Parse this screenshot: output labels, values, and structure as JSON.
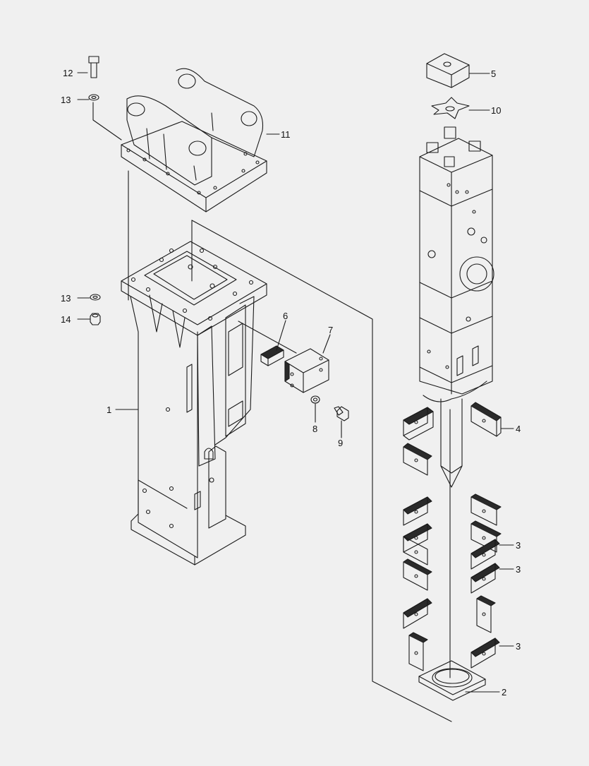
{
  "callouts": [
    {
      "id": "c12",
      "label": "12"
    },
    {
      "id": "c13a",
      "label": "13"
    },
    {
      "id": "c11",
      "label": "11"
    },
    {
      "id": "c13b",
      "label": "13"
    },
    {
      "id": "c14",
      "label": "14"
    },
    {
      "id": "c6",
      "label": "6"
    },
    {
      "id": "c7",
      "label": "7"
    },
    {
      "id": "c1",
      "label": "1"
    },
    {
      "id": "c8",
      "label": "8"
    },
    {
      "id": "c9",
      "label": "9"
    },
    {
      "id": "c5",
      "label": "5"
    },
    {
      "id": "c10",
      "label": "10"
    },
    {
      "id": "c4",
      "label": "4"
    },
    {
      "id": "c3a",
      "label": "3"
    },
    {
      "id": "c3b",
      "label": "3"
    },
    {
      "id": "c3c",
      "label": "3"
    },
    {
      "id": "c2",
      "label": "2"
    }
  ],
  "colors": {
    "background": "#f0f0f0",
    "line": "#1a1a1a",
    "pad": "#2a2a2a"
  }
}
